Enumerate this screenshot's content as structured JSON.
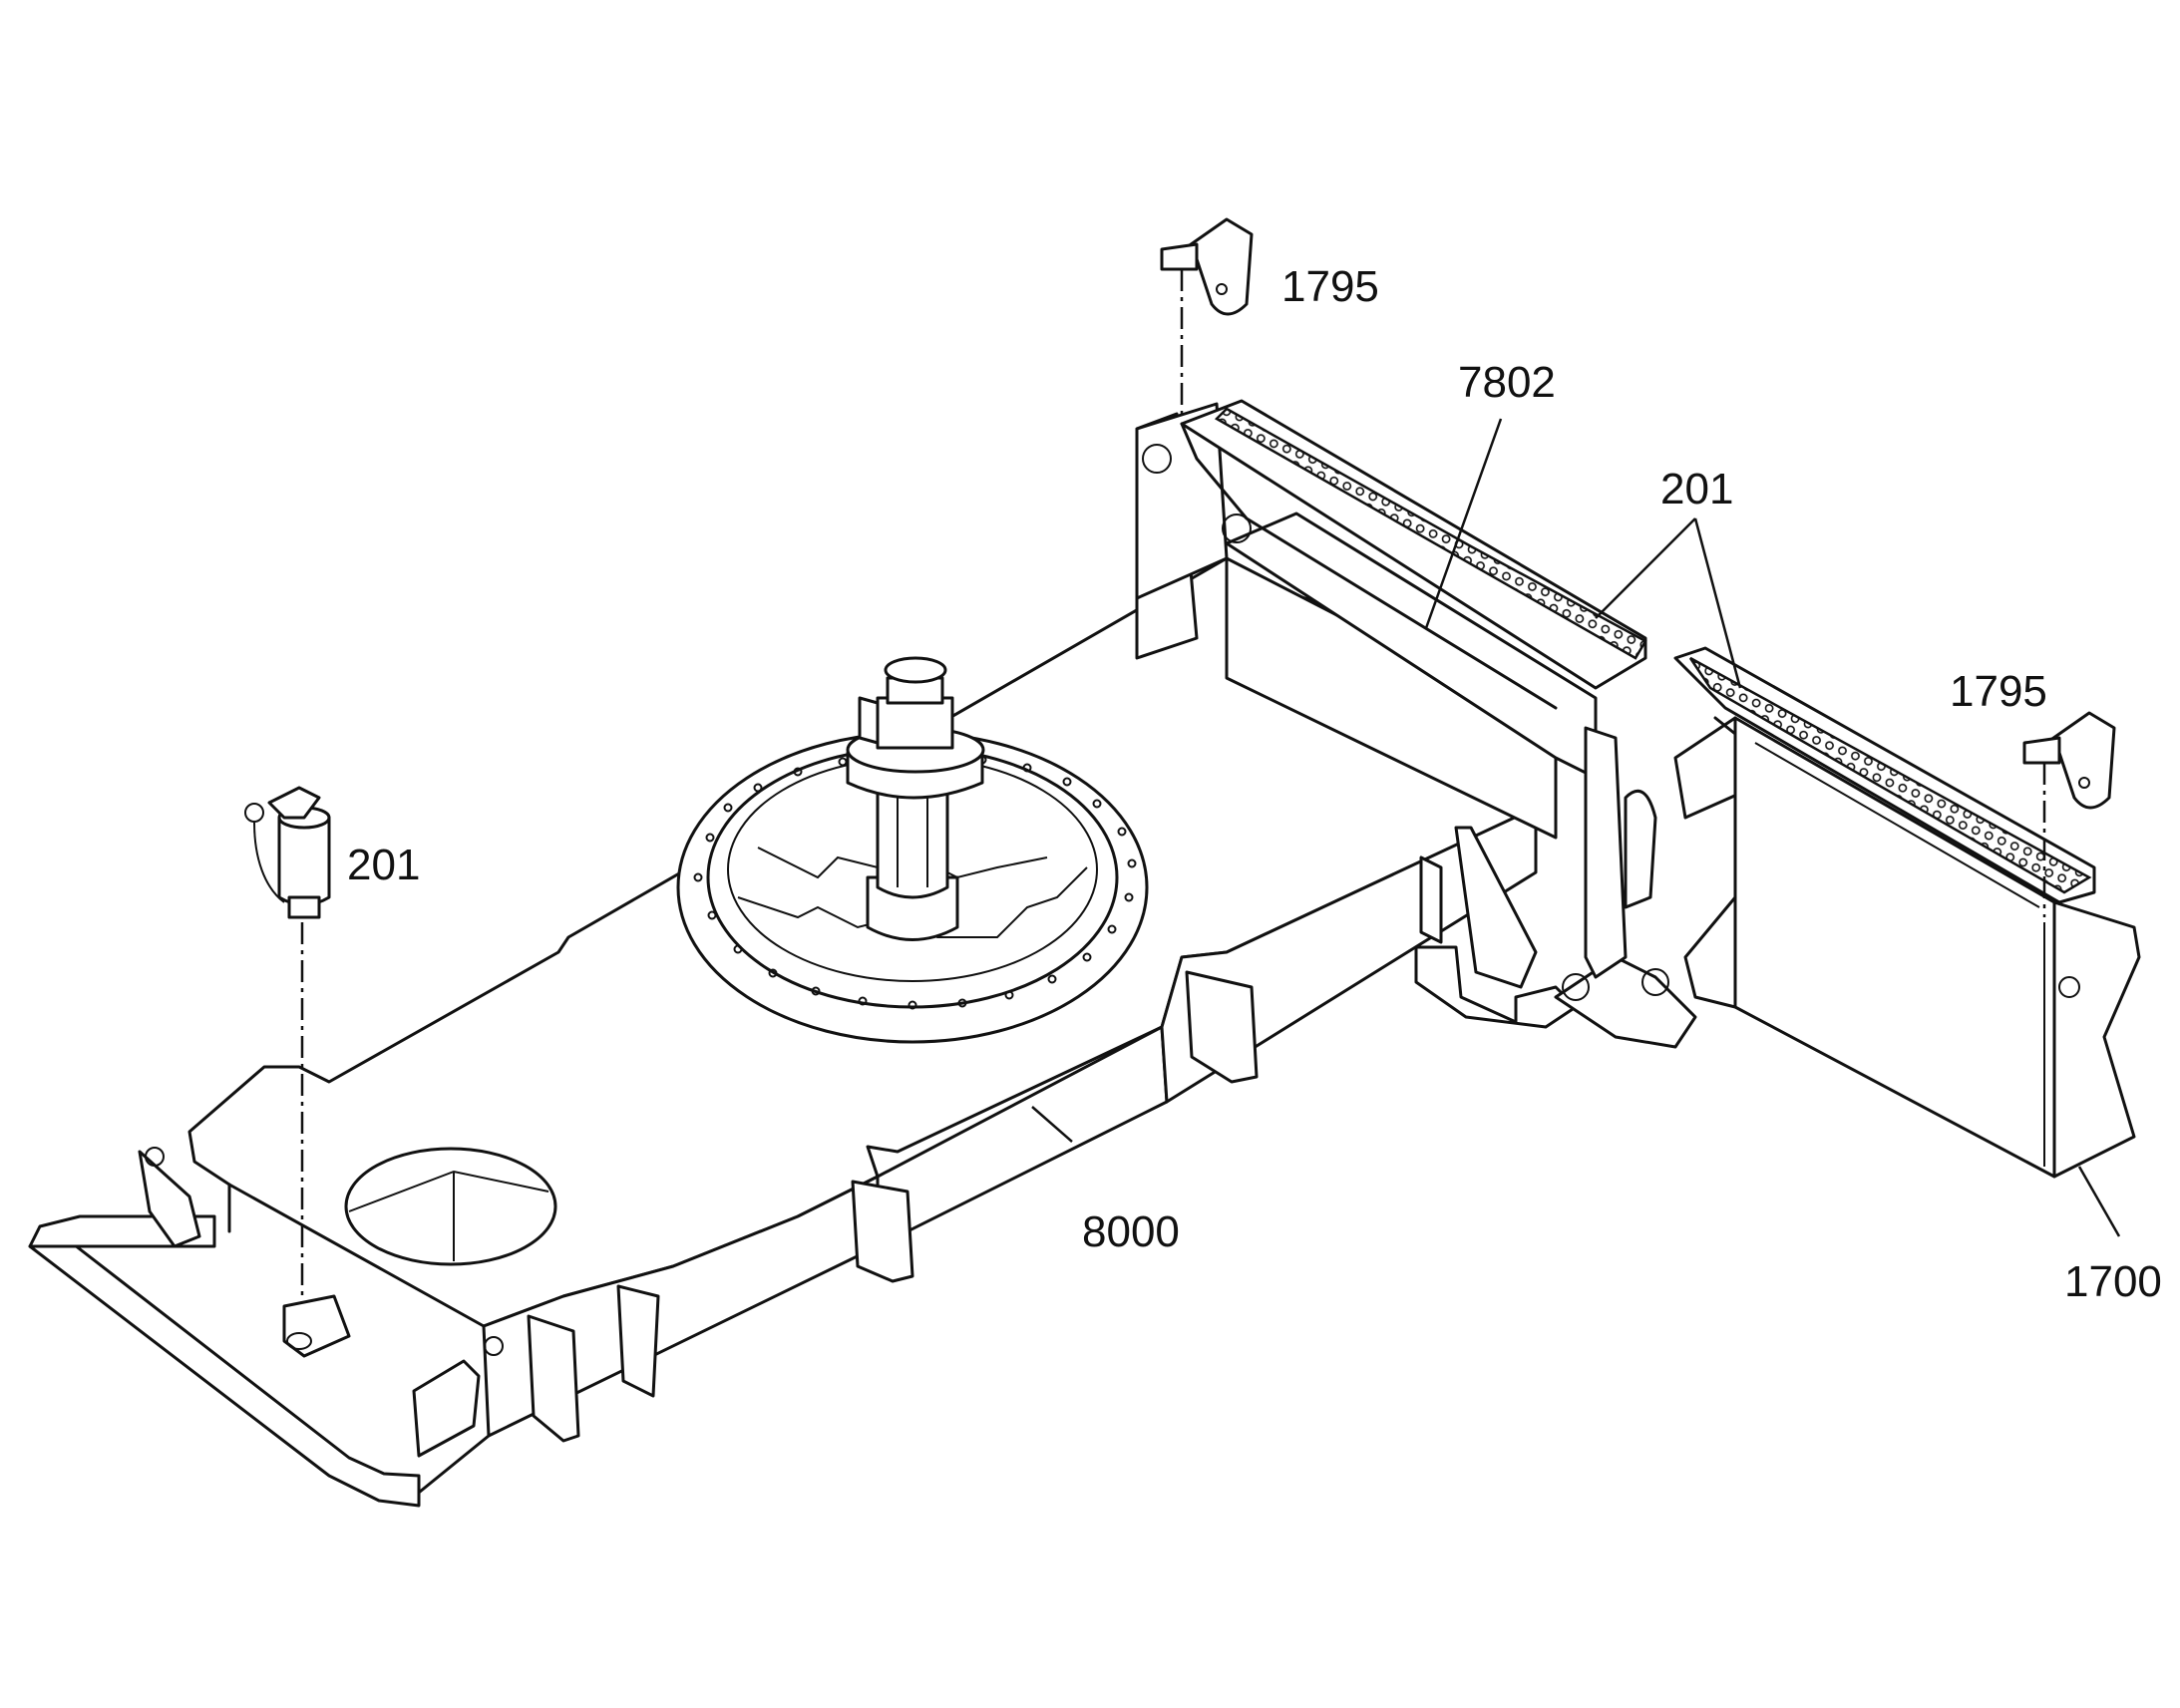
{
  "callouts": {
    "pin_left": "201",
    "bracket_top": "1795",
    "bracket_right": "1795",
    "beam_7802": "7802",
    "pins_201": "201",
    "frame_8000": "8000",
    "blade_1700": "1700"
  },
  "colors": {
    "line": "#111111",
    "background": "#ffffff"
  }
}
